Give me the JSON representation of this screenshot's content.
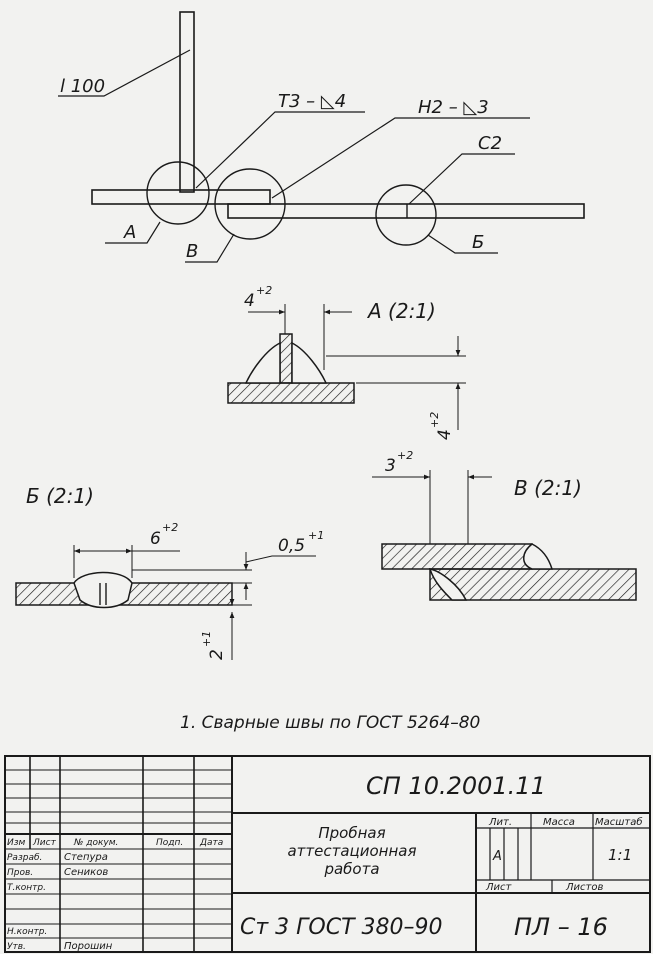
{
  "drawing": {
    "labels": {
      "length": "l 100",
      "t3": "Т3 – ◺4",
      "n2": "Н2 – ◺3",
      "c2": "С2",
      "callout_a": "А",
      "callout_v": "В",
      "callout_b": "Б"
    },
    "detail_a": {
      "title": "А (2:1)",
      "dim_top": "4",
      "dim_top_tol": "+2",
      "dim_side": "4",
      "dim_side_tol": "+2"
    },
    "detail_b": {
      "title": "Б (2:1)",
      "dim_top": "6",
      "dim_top_tol": "+2",
      "dim_gap": "0,5",
      "dim_gap_tol": "+1",
      "dim_side": "2",
      "dim_side_tol": "+1"
    },
    "detail_v": {
      "title": "В (2:1)",
      "dim_top": "3",
      "dim_top_tol": "+2"
    },
    "note": "1. Сварные швы по ГОСТ 5264–80"
  },
  "title_block": {
    "doc_code": "СП 10.2001.11",
    "headers": [
      "Изм",
      "Лист",
      "№ докум.",
      "Подп.",
      "Дата"
    ],
    "roles": [
      "Разраб.",
      "Пров.",
      "Т.контр.",
      "Н.контр.",
      "Утв."
    ],
    "names": [
      "Степура",
      "Сеников",
      "",
      "",
      "Порошин"
    ],
    "work_title": [
      "Пробная",
      "аттестационная",
      "работа"
    ],
    "material": "Ст 3 ГОСТ 380–90",
    "lit_label": "Лит.",
    "mass_label": "Масса",
    "scale_label": "Масштаб",
    "lit_value": "А",
    "scale_value": "1:1",
    "sheet_label": "Лист",
    "sheets_label": "Листов",
    "org": "ПЛ – 16"
  }
}
